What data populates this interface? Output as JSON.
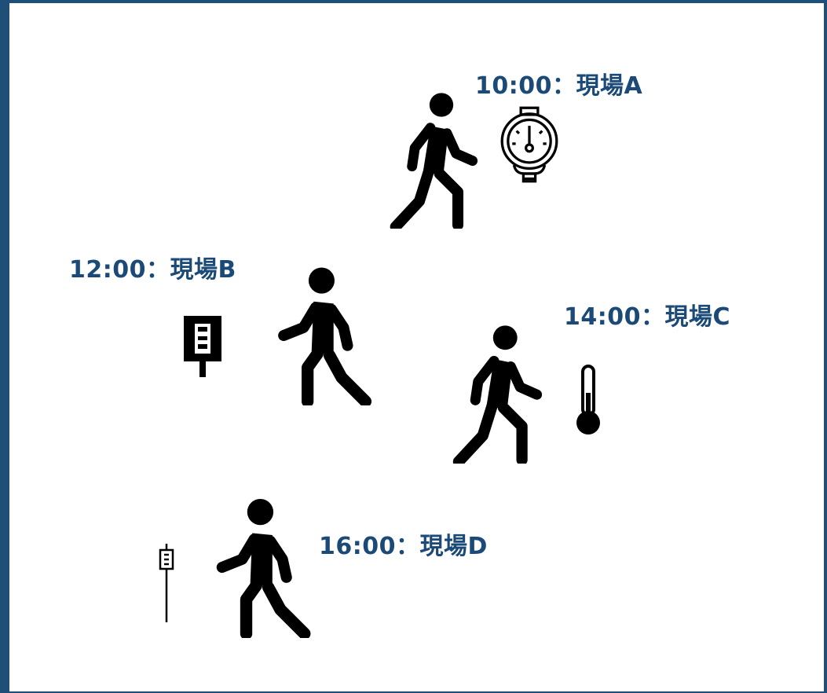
{
  "sites": [
    {
      "label": "10:00：現場A",
      "icon": "pressure-gauge-icon"
    },
    {
      "label": "12:00：現場B",
      "icon": "flow-meter-icon"
    },
    {
      "label": "14:00：現場C",
      "icon": "thermometer-icon"
    },
    {
      "label": "16:00：現場D",
      "icon": "pole-sensor-icon"
    }
  ],
  "colors": {
    "frame": "#1f4e79",
    "label": "#1c4a78",
    "figure": "#000000",
    "background": "#ffffff"
  }
}
